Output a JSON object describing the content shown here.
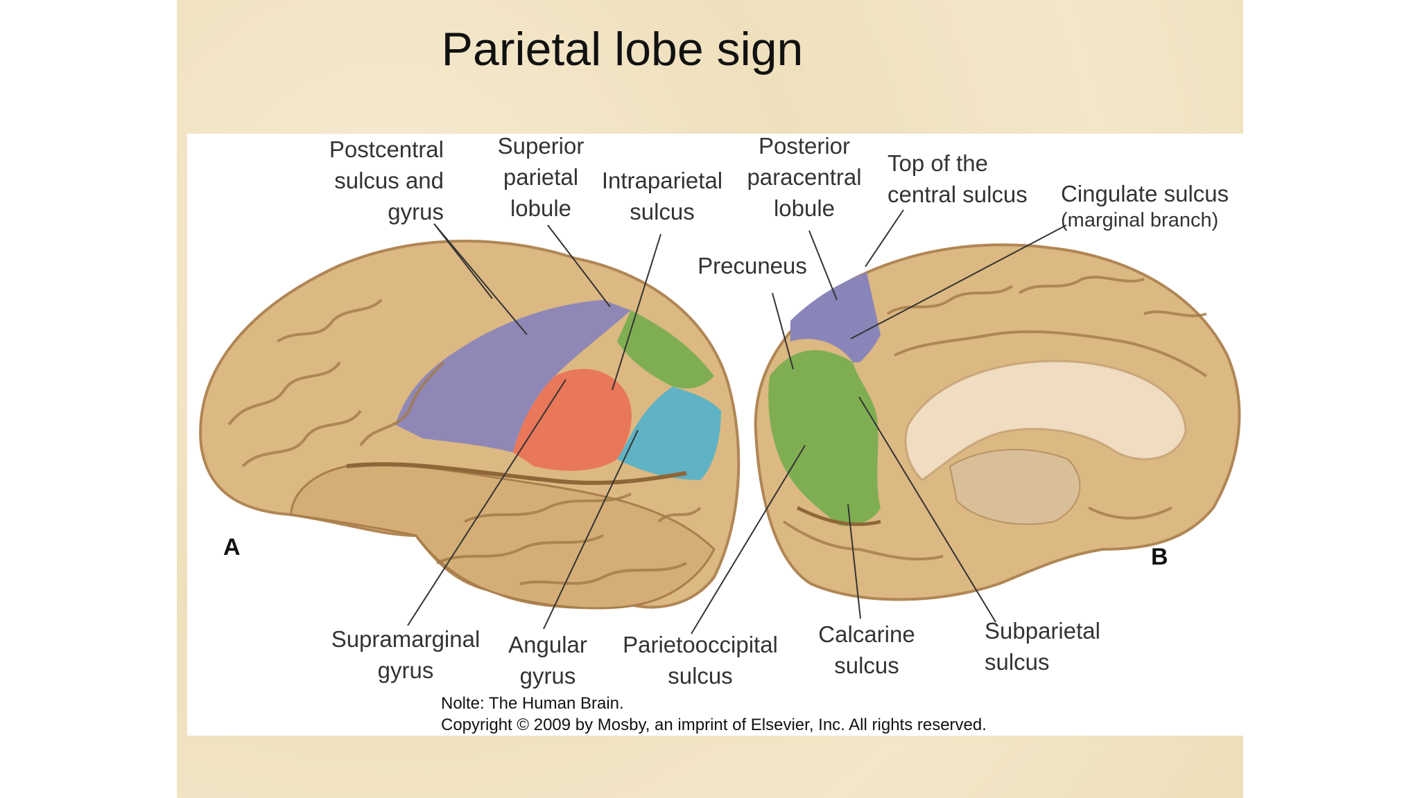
{
  "slide": {
    "title": "Parietal lobe sign"
  },
  "figure": {
    "panel_a": "A",
    "panel_b": "B",
    "labels": {
      "postcentral": "Postcentral\nsulcus and\ngyrus",
      "superior_parietal": "Superior\nparietal\nlobule",
      "intraparietal": "Intraparietal\nsulcus",
      "posterior_paracentral": "Posterior\nparacentral\nlobule",
      "top_central": "Top of the\ncentral sulcus",
      "cingulate": "Cingulate sulcus",
      "cingulate_branch": "(marginal branch)",
      "precuneus": "Precuneus",
      "supramarginal": "Supramarginal\ngyrus",
      "angular": "Angular\ngyrus",
      "parietooccipital": "Parietooccipital\nsulcus",
      "calcarine": "Calcarine\nsulcus",
      "subparietal": "Subparietal\nsulcus"
    },
    "credit_line1": "Nolte: The Human Brain.",
    "credit_line2": "Copyright © 2009 by Mosby, an imprint of Elsevier, Inc. All rights reserved."
  },
  "colors": {
    "brain": "#dcb882",
    "brain_shadow": "#b8925c",
    "postcentral_region": "#8a85b8",
    "superior_parietal_region": "#7fae52",
    "supramarginal_region": "#e9775a",
    "angular_region": "#5fb3c4",
    "precuneus_region": "#7fae52",
    "paracentral_region": "#8a85b8"
  }
}
